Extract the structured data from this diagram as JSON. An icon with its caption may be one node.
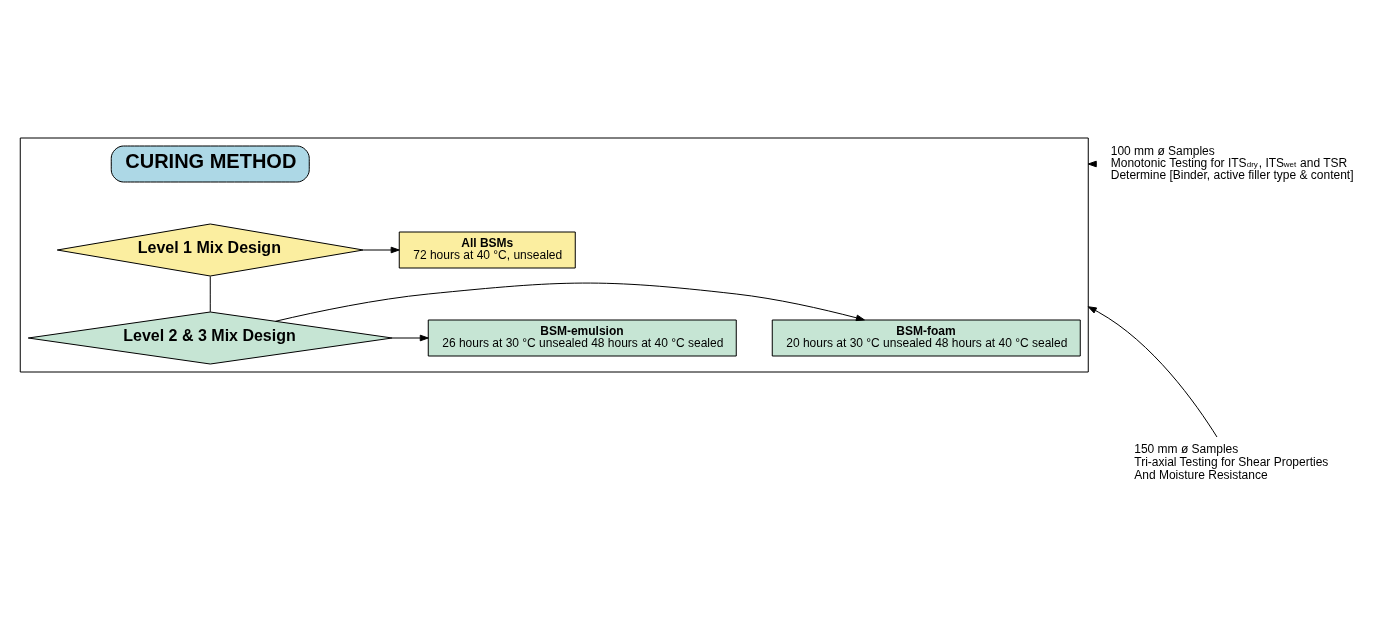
{
  "diagram": {
    "nodes": [
      {
        "text": [],
        "shape": "box"
      },
      {
        "text": [
          "CURING METHOD"
        ],
        "in": 0
      },
      {
        "text": [
          "Level 1 Mix Design"
        ],
        "in": 0
      },
      {
        "text": [
          "All BSMs",
          "72 hours at 40 °C, unsealed"
        ],
        "in": 0
      },
      {
        "text": [
          "Level 2 & 3 Mix Design"
        ],
        "in": 0
      },
      {
        "text": [
          "BSM-emulsion",
          "26 hours at 30 °C unsealed 48 hours at 40 °C sealed"
        ],
        "in": 0
      },
      {
        "text": [
          "BSM-foam",
          "20 hours at 30 °C unsealed 48 hours at 40 °C sealed"
        ],
        "in": 0
      },
      {
        "text": [
          "100 mm ø Samples",
          "Monotonic Testing for ITS$_{dry}$, ITS$_{wet}$ and TSR",
          "Determine [Binder, active filler type & content]"
        ]
      },
      {
        "text": [
          "150 mm ø Samples",
          "Tri-axial Testing for Shear Properties",
          "And Moisture Resistance"
        ]
      }
    ],
    "edges": [
      {
        "from": 2,
        "to": 3,
        "arrow": "to"
      },
      {
        "from": 2,
        "to": 4,
        "arrow": "none"
      },
      {
        "from": 4,
        "to": 5,
        "arrow": "to"
      },
      {
        "from": 4,
        "to": 6,
        "arrow": "to"
      },
      {
        "from": 7,
        "to": 0,
        "arrow": "to"
      },
      {
        "from": 8,
        "to": 0,
        "arrow": "to"
      }
    ]
  }
}
